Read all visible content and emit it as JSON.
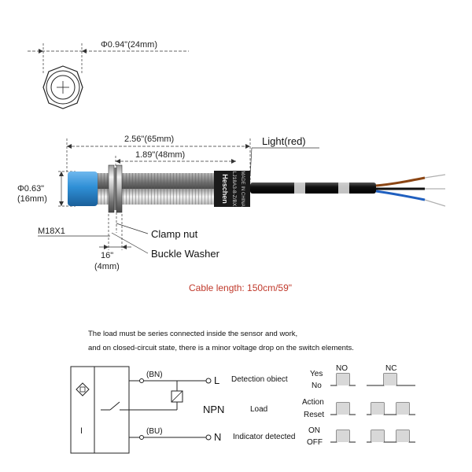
{
  "top_view": {
    "diameter_label": "Φ0.94\"(24mm)"
  },
  "side_view": {
    "total_length_label": "2.56\"(65mm)",
    "thread_length_label": "1.89\"(48mm)",
    "diameter_label_line1": "Φ0.63\"",
    "diameter_label_line2": "(16mm)",
    "thread_label": "M18X1",
    "head_length_line1": "16\"",
    "head_length_line2": "(4mm)",
    "light_label": "Light(red)",
    "clamp_nut_label": "Clamp nut",
    "buckle_washer_label": "Buckle Washer",
    "body_text_brand": "Heschen",
    "body_text_model": "LJ18A3-8-Z/BX",
    "body_text_origin": "MADE IN CHINA",
    "cable_length_label": "Cable length: 150cm/59\""
  },
  "notes": {
    "line1": "The load must be series connected inside the sensor and work,",
    "line2": "and on closed-circuit state, there is a minor voltage drop on the switch elements."
  },
  "circuit": {
    "wire_top_label": "(BN)",
    "wire_bottom_label": "(BU)",
    "terminal_top": "L",
    "terminal_bottom": "N",
    "type_label": "NPN",
    "sensor_symbol": "I"
  },
  "timing": {
    "col_no": "NO",
    "col_nc": "NC",
    "rows": [
      {
        "label": "Detection obiect",
        "state_high": "Yes",
        "state_low": "No"
      },
      {
        "label": "Load",
        "state_high": "Action",
        "state_low": "Reset"
      },
      {
        "label": "Indicator detected",
        "state_high": "ON",
        "state_low": "OFF"
      }
    ]
  },
  "colors": {
    "head_blue": "#2f8fd6",
    "cable_label_red": "#c0392b",
    "pulse_fill": "#d8d8d8",
    "wire_brown": "#8b4513",
    "wire_blue": "#1f5fbf"
  }
}
